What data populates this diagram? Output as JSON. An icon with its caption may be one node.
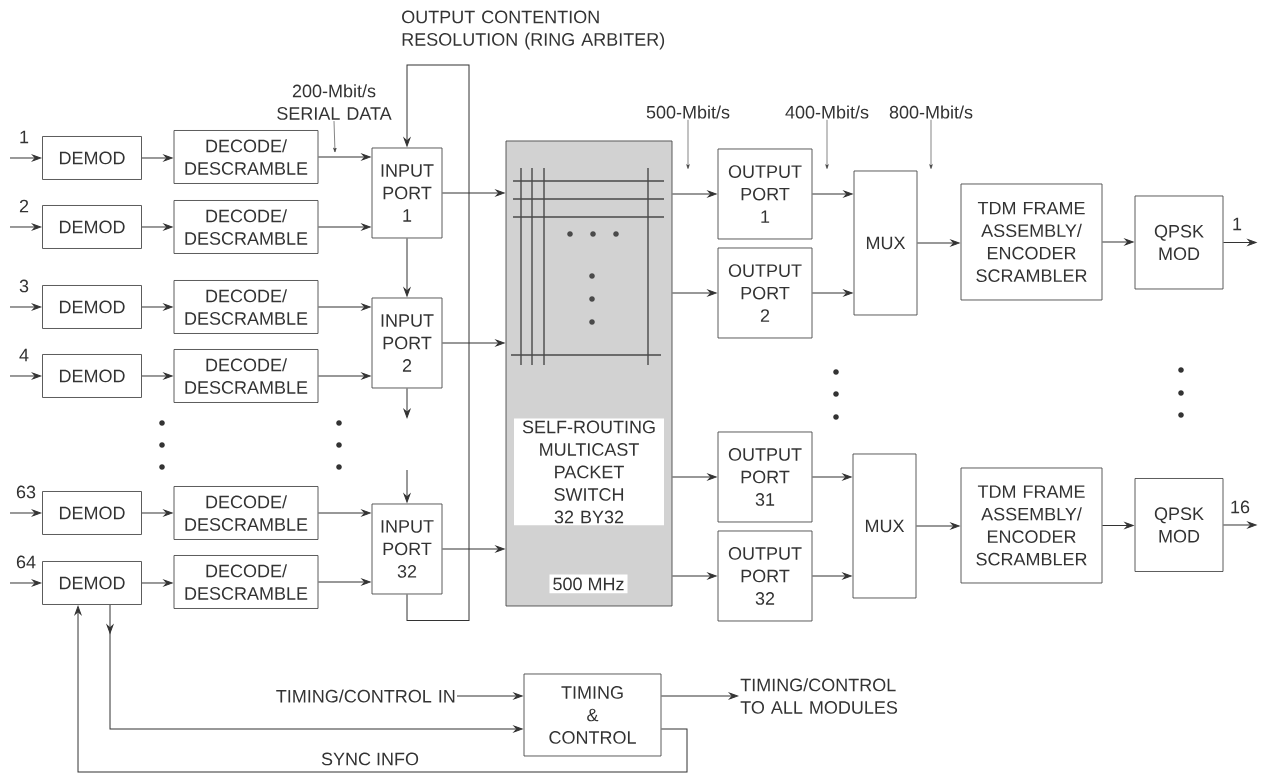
{
  "diagram": {
    "nodes": [
      {
        "text": [
          "DEMOD"
        ]
      },
      {
        "text": [
          "DEMOD"
        ]
      },
      {
        "text": [
          "DEMOD"
        ]
      },
      {
        "text": [
          "DEMOD"
        ]
      },
      {
        "text": [
          "DEMOD"
        ]
      },
      {
        "text": [
          "DEMOD"
        ]
      },
      {
        "text": [
          "DECODE/ DESCRAMBLE"
        ]
      },
      {
        "text": [
          "DECODE/ DESCRAMBLE"
        ]
      },
      {
        "text": [
          "DECODE/ DESCRAMBLE"
        ]
      },
      {
        "text": [
          "DECODE/ DESCRAMBLE"
        ]
      },
      {
        "text": [
          "DECODE/ DESCRAMBLE"
        ]
      },
      {
        "text": [
          "DECODE/ DESCRAMBLE"
        ]
      },
      {
        "text": [
          "INPUT PORT 1"
        ]
      },
      {
        "text": [
          "INPUT PORT 2"
        ]
      },
      {
        "text": [
          "INPUT PORT 32"
        ]
      },
      {
        "text": [
          "SELF-ROUTING MULTICAST PACKET SWITCH 32 BY32",
          "500 MHz"
        ]
      },
      {
        "text": [
          "OUTPUT PORT 1"
        ]
      },
      {
        "text": [
          "OUTPUT PORT 2"
        ]
      },
      {
        "text": [
          "OUTPUT PORT 31"
        ]
      },
      {
        "text": [
          "OUTPUT PORT 32"
        ]
      },
      {
        "text": [
          "MUX"
        ]
      },
      {
        "text": [
          "MUX"
        ]
      },
      {
        "text": [
          "TDM FRAME ASSEMBLY/ ENCODER SCRAMBLER"
        ]
      },
      {
        "text": [
          "TDM FRAME ASSEMBLY/ ENCODER SCRAMBLER"
        ]
      },
      {
        "text": [
          "QPSK MOD"
        ]
      },
      {
        "text": [
          "QPSK MOD"
        ]
      },
      {
        "text": [
          "TIMING & CONTROL"
        ]
      },
      {
        "text": [
          "TIMING/CONTROL IN"
        ]
      },
      {
        "text": [
          "TIMING/CONTROL TO ALL MODULES"
        ]
      },
      {
        "text": [
          "200-Mbit/s SERIAL DATA"
        ]
      },
      {
        "text": [
          "500-Mbit/s"
        ]
      },
      {
        "text": [
          "400-Mbit/s"
        ]
      },
      {
        "text": [
          "800-Mbit/s"
        ]
      }
    ],
    "edges": [
      {
        "from": null,
        "to": 0,
        "arrow": "to",
        "label": "1"
      },
      {
        "from": null,
        "to": 1,
        "arrow": "to",
        "label": "2"
      },
      {
        "from": null,
        "to": 2,
        "arrow": "to",
        "label": "3"
      },
      {
        "from": null,
        "to": 3,
        "arrow": "to",
        "label": "4"
      },
      {
        "from": null,
        "to": 4,
        "arrow": "to",
        "label": "63"
      },
      {
        "from": null,
        "to": 5,
        "arrow": "to",
        "label": "64"
      },
      {
        "from": 0,
        "to": 6,
        "arrow": "to"
      },
      {
        "from": 1,
        "to": 7,
        "arrow": "to"
      },
      {
        "from": 2,
        "to": 8,
        "arrow": "to"
      },
      {
        "from": 3,
        "to": 9,
        "arrow": "to"
      },
      {
        "from": 4,
        "to": 10,
        "arrow": "to"
      },
      {
        "from": 5,
        "to": 11,
        "arrow": "to"
      },
      {
        "from": 6,
        "to": 12,
        "arrow": "to"
      },
      {
        "from": 7,
        "to": 12,
        "arrow": "to"
      },
      {
        "from": 8,
        "to": 13,
        "arrow": "to"
      },
      {
        "from": 9,
        "to": 13,
        "arrow": "to"
      },
      {
        "from": 10,
        "to": 14,
        "arrow": "to"
      },
      {
        "from": 11,
        "to": 14,
        "arrow": "to"
      },
      {
        "from": 12,
        "to": 13,
        "arrow": "to"
      },
      {
        "from": 13,
        "to": null,
        "arrow": "to"
      },
      {
        "from": null,
        "to": 14,
        "arrow": "to"
      },
      {
        "from": 14,
        "to": 12,
        "arrow": "to",
        "label": "OUTPUT CONTENTION RESOLUTION (RING ARBITER)"
      },
      {
        "from": 12,
        "to": 15,
        "arrow": "to"
      },
      {
        "from": 13,
        "to": 15,
        "arrow": "to"
      },
      {
        "from": 14,
        "to": 15,
        "arrow": "to"
      },
      {
        "from": 15,
        "to": 16,
        "arrow": "to"
      },
      {
        "from": 15,
        "to": 17,
        "arrow": "to"
      },
      {
        "from": 15,
        "to": 18,
        "arrow": "to"
      },
      {
        "from": 15,
        "to": 19,
        "arrow": "to"
      },
      {
        "from": 16,
        "to": 20,
        "arrow": "to"
      },
      {
        "from": 17,
        "to": 20,
        "arrow": "to"
      },
      {
        "from": 18,
        "to": 21,
        "arrow": "to"
      },
      {
        "from": 19,
        "to": 21,
        "arrow": "to"
      },
      {
        "from": 20,
        "to": 22,
        "arrow": "to"
      },
      {
        "from": 21,
        "to": 23,
        "arrow": "to"
      },
      {
        "from": 22,
        "to": 24,
        "arrow": "to"
      },
      {
        "from": 23,
        "to": 25,
        "arrow": "to"
      },
      {
        "from": 24,
        "to": null,
        "arrow": "to",
        "label": "1"
      },
      {
        "from": 25,
        "to": null,
        "arrow": "to",
        "label": "16"
      },
      {
        "from": 27,
        "to": 26,
        "arrow": "to"
      },
      {
        "from": 26,
        "to": 28,
        "arrow": "to"
      },
      {
        "from": 5,
        "to": 26,
        "arrow": "to"
      },
      {
        "from": 26,
        "to": 5,
        "arrow": "to",
        "label": "SYNC INFO"
      },
      {
        "from": 29,
        "to": null,
        "arrow": "to"
      },
      {
        "from": 30,
        "to": 15,
        "arrow": "to"
      },
      {
        "from": 31,
        "to": 16,
        "arrow": "to"
      },
      {
        "from": 32,
        "to": 20,
        "arrow": "to"
      }
    ]
  }
}
